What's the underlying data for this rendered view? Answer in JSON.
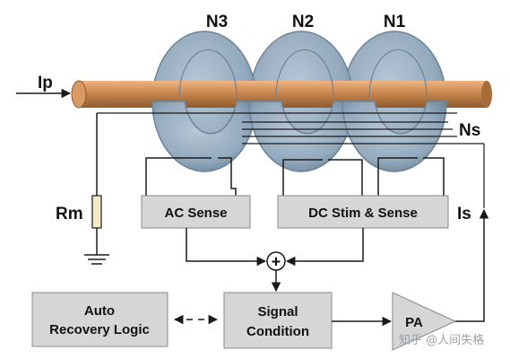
{
  "labels": {
    "n3": "N3",
    "n2": "N2",
    "n1": "N1",
    "ip": "Ip",
    "ns": "Ns",
    "rm": "Rm",
    "is": "Is"
  },
  "blocks": {
    "ac_sense": "AC Sense",
    "dc_stim": "DC Stim & Sense",
    "auto_recovery_line1": "Auto",
    "auto_recovery_line2": "Recovery Logic",
    "signal_line1": "Signal",
    "signal_line2": "Condition",
    "pa": "PA",
    "summing_symbol": "+"
  },
  "watermark": "知乎 @人间失格",
  "colors": {
    "conductor": "#c9874f",
    "core": "#93a9bd",
    "core_edge": "#6d8499",
    "block_fill": "#d6d6d6",
    "wire": "#1a1a1a"
  }
}
